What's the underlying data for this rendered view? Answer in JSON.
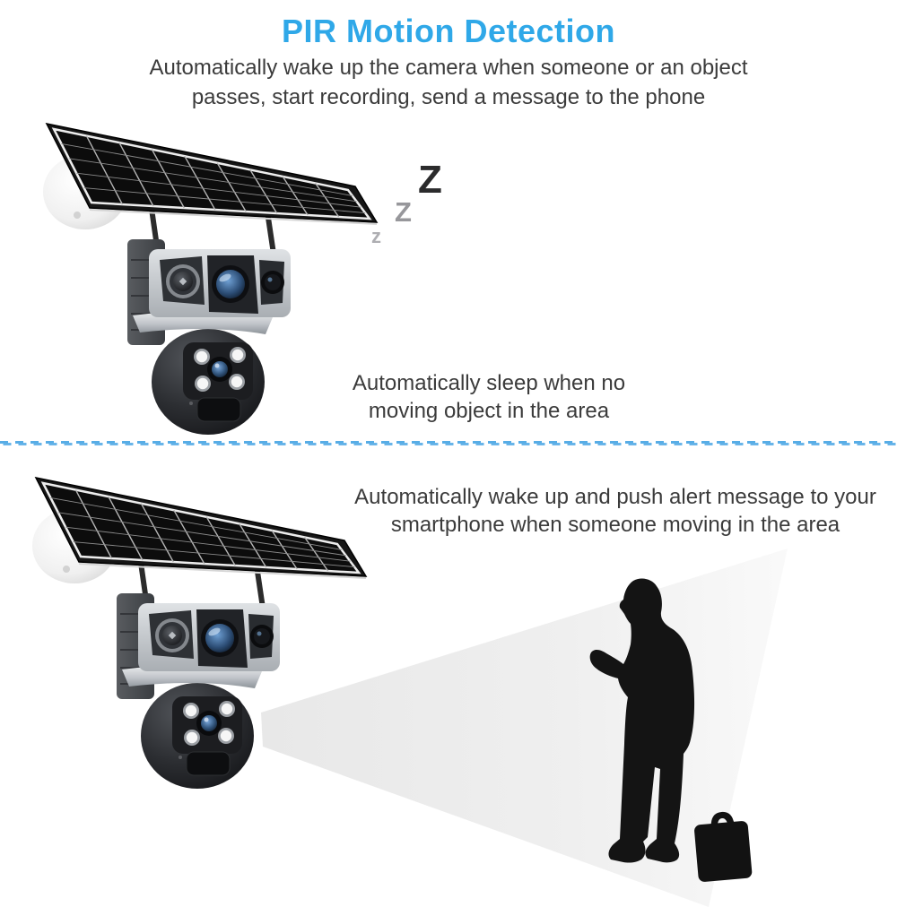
{
  "header": {
    "title": "PIR Motion Detection",
    "subtitle": [
      "Automatically wake up the camera when someone or an object",
      "passes, start recording, send a message to the phone"
    ]
  },
  "sleep": {
    "zzz": [
      "Z",
      "Z",
      "z"
    ],
    "caption": [
      "Automatically sleep when no",
      "moving object in the area"
    ]
  },
  "wake": {
    "caption": [
      "Automatically wake up and push alert message to your",
      "smartphone when someone moving in the area"
    ]
  },
  "colors": {
    "title": "#2FA8E8",
    "divider": "#58ADE6",
    "text": "#3B3B3B",
    "beam_start": "#E9E9E9",
    "beam_end": "#FBFBFB",
    "silhouette": "#141414"
  },
  "icons": {
    "camera": "solar-panel-dual-lens-ptz-camera",
    "sleep": "zzz-sleep-icon",
    "beam": "pir-detection-beam",
    "person": "man-with-phone-silhouette",
    "briefcase": "briefcase-silhouette"
  }
}
